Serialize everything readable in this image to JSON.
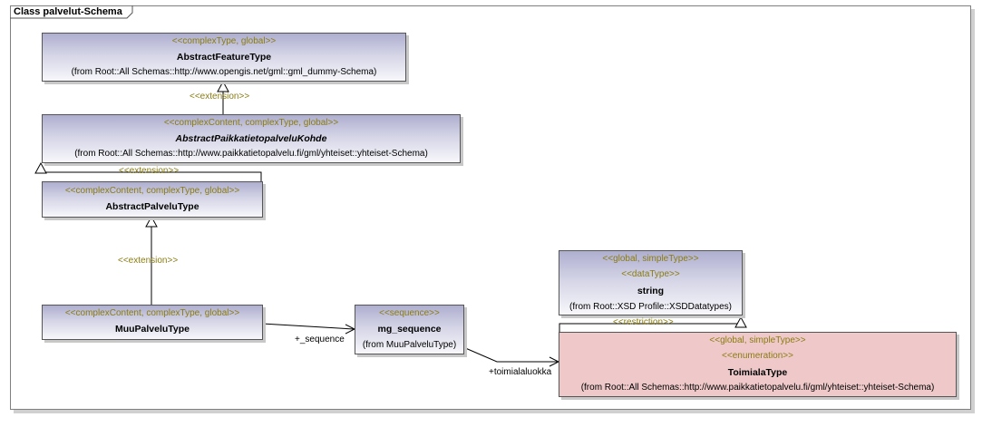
{
  "frame": {
    "title": "Class palvelut-Schema"
  },
  "boxes": {
    "abstract_feature": {
      "stereotype": "<<complexType, global>>",
      "name": "AbstractFeatureType",
      "from": "(from Root::All Schemas::http://www.opengis.net/gml::gml_dummy-Schema)"
    },
    "abstract_kohde": {
      "stereotype": "<<complexContent, complexType, global>>",
      "name": "AbstractPaikkatietopalveluKohde",
      "from": "(from Root::All Schemas::http://www.paikkatietopalvelu.fi/gml/yhteiset::yhteiset-Schema)"
    },
    "abstract_palvelu": {
      "stereotype": "<<complexContent, complexType, global>>",
      "name": "AbstractPalveluType"
    },
    "muu_palvelu": {
      "stereotype": "<<complexContent, complexType, global>>",
      "name": "MuuPalveluType"
    },
    "mg_sequence": {
      "stereotype": "<<sequence>>",
      "name": "mg_sequence",
      "from": "(from MuuPalveluType)"
    },
    "string": {
      "stereotype": "<<global, simpleType>>",
      "stereotype2": "<<dataType>>",
      "name": "string",
      "from": "(from Root::XSD Profile::XSDDatatypes)"
    },
    "toimiala": {
      "stereotype": "<<global, simpleType>>",
      "stereotype2": "<<enumeration>>",
      "name": "ToimialaType",
      "from": "(from Root::All Schemas::http://www.paikkatietopalvelu.fi/gml/yhteiset::yhteiset-Schema)"
    }
  },
  "connectors": {
    "ext1": "<<extension>>",
    "ext2": "<<extension>>",
    "ext3": "<<extension>>",
    "restriction": "<<restriction>>",
    "sequence_role": "+_sequence",
    "toimiala_role": "+toimialaluokka"
  }
}
